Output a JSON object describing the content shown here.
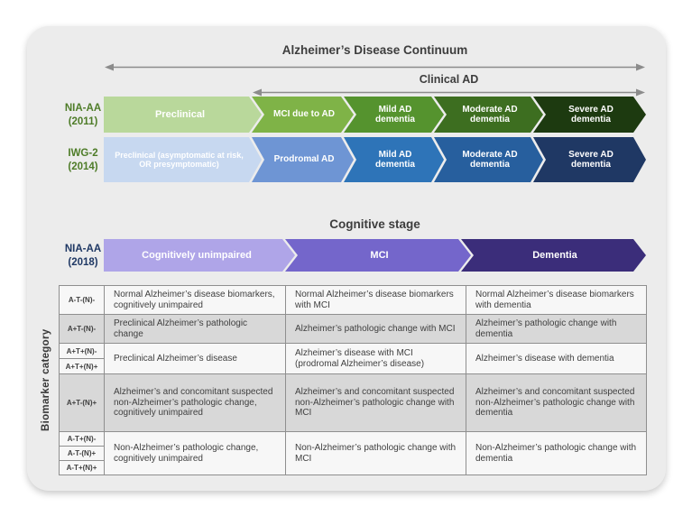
{
  "header": {
    "title": "Alzheimer’s Disease Continuum",
    "clinical_ad": "Clinical AD",
    "cognitive_stage": "Cognitive stage",
    "arrow_color": "#8c8c8c"
  },
  "bands": {
    "niaaa_2011": {
      "label_line1": "NIA-AA",
      "label_line2": "(2011)",
      "label_color": "#4e7c28",
      "segments": [
        {
          "label": "Preclinical",
          "color": "#b9d89b"
        },
        {
          "label": "MCI due to AD",
          "color": "#7fb347"
        },
        {
          "label": "Mild AD dementia",
          "color": "#55932e"
        },
        {
          "label": "Moderate AD dementia",
          "color": "#3d6e20"
        },
        {
          "label": "Severe AD dementia",
          "color": "#1d3a10"
        }
      ]
    },
    "iwg2_2014": {
      "label_line1": "IWG-2",
      "label_line2": "(2014)",
      "label_color": "#4e7c28",
      "segments": [
        {
          "label": "Preclinical (asymptomatic at risk, OR presymptomatic)",
          "color": "#c7d8f0"
        },
        {
          "label": "Prodromal AD",
          "color": "#6e95d4"
        },
        {
          "label": "Mild AD dementia",
          "color": "#2e74b8"
        },
        {
          "label": "Moderate AD dementia",
          "color": "#275f9e"
        },
        {
          "label": "Severe AD dementia",
          "color": "#1f3864"
        }
      ]
    },
    "niaaa_2018": {
      "label_line1": "NIA-AA",
      "label_line2": "(2018)",
      "label_color": "#1f3864",
      "segments": [
        {
          "label": "Cognitively unimpaired",
          "color": "#afa5e8"
        },
        {
          "label": "MCI",
          "color": "#7466cb"
        },
        {
          "label": "Dementia",
          "color": "#3b2d7a"
        }
      ]
    }
  },
  "table": {
    "side_label": "Biomarker category",
    "row_colors": {
      "light": "#f7f7f7",
      "dark": "#d8d8d8"
    },
    "rows": [
      {
        "codes": [
          "A-T-(N)-"
        ],
        "cells": [
          "Normal Alzheimer’s disease biomarkers, cognitively unimpaired",
          "Normal Alzheimer’s disease biomarkers with MCI",
          "Normal Alzheimer’s disease biomarkers with dementia"
        ]
      },
      {
        "codes": [
          "A+T-(N)-"
        ],
        "cells": [
          "Preclinical Alzheimer’s pathologic change",
          "Alzheimer’s pathologic change with MCI",
          "Alzheimer’s pathologic change with dementia"
        ]
      },
      {
        "codes": [
          "A+T+(N)-",
          "A+T+(N)+"
        ],
        "cells": [
          "Preclinical Alzheimer’s disease",
          "Alzheimer’s disease with MCI (prodromal Alzheimer’s disease)",
          "Alzheimer’s disease with dementia"
        ]
      },
      {
        "codes": [
          "A+T-(N)+"
        ],
        "cells": [
          "Alzheimer’s and concomitant suspected non-Alzheimer’s pathologic change, cognitively unimpaired",
          "Alzheimer’s and concomitant suspected non-Alzheimer’s pathologic change with MCI",
          "Alzheimer’s and concomitant suspected non-Alzheimer’s pathologic change with dementia"
        ]
      },
      {
        "codes": [
          "A-T+(N)-",
          "A-T-(N)+",
          "A-T+(N)+"
        ],
        "cells": [
          "Non-Alzheimer’s pathologic change, cognitively unimpaired",
          "Non-Alzheimer’s pathologic change with MCI",
          "Non-Alzheimer’s pathologic change with dementia"
        ]
      }
    ]
  }
}
